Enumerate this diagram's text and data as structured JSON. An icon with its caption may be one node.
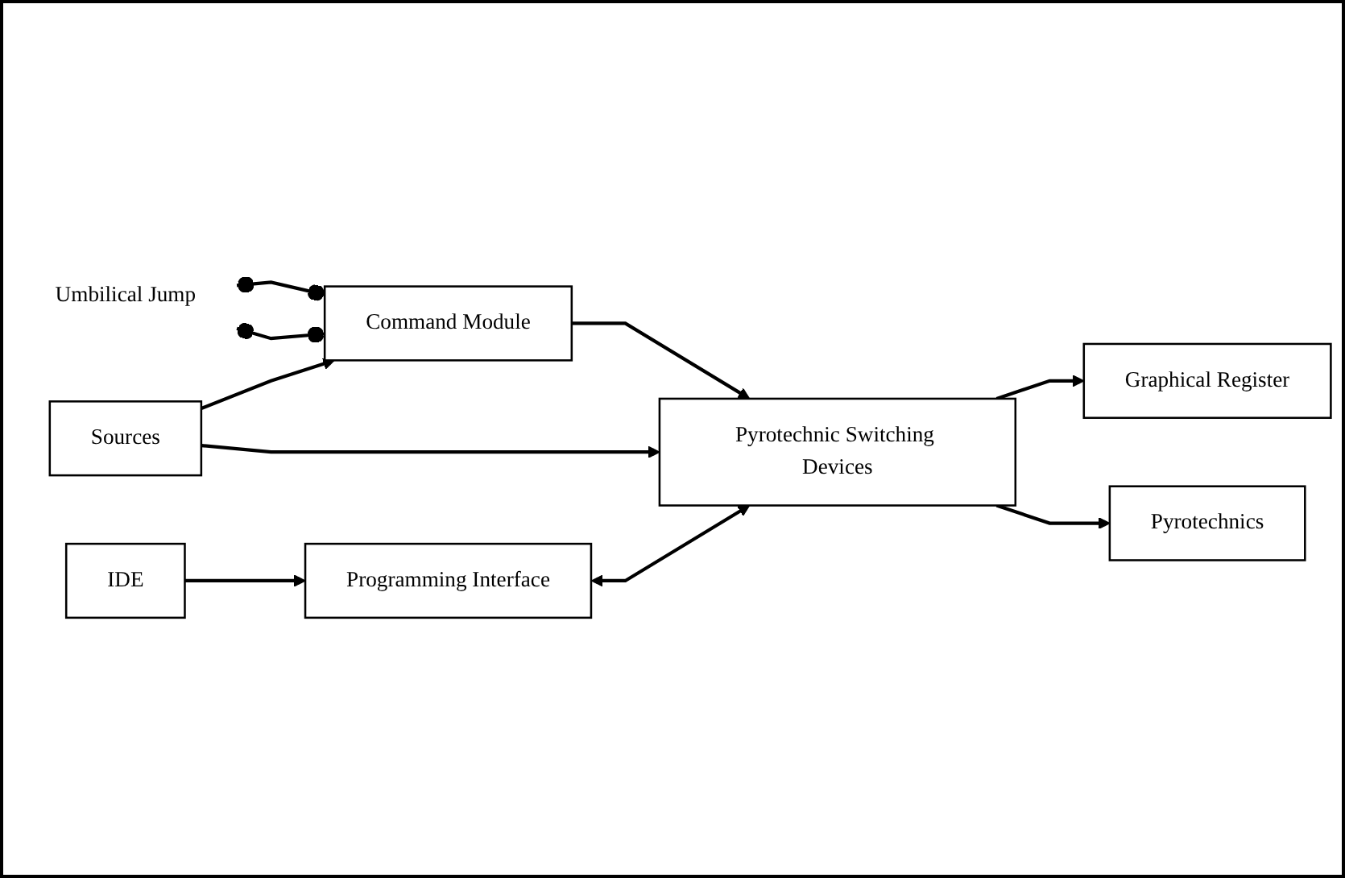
{
  "diagram": {
    "nodes": [
      {
        "text": [
          "Umbilical Jump"
        ]
      },
      {
        "text": [
          "Command Module"
        ]
      },
      {
        "text": [
          "Graphical Register"
        ]
      },
      {
        "text": [
          "Pyrotechnic Switching Devices"
        ]
      },
      {
        "text": [
          "Sources"
        ]
      },
      {
        "text": [
          "Pyrotechnics"
        ]
      },
      {
        "text": [
          "IDE"
        ]
      },
      {
        "text": [
          "Programming Interface"
        ]
      }
    ],
    "edges": [
      {
        "from": 0,
        "to": 1,
        "arrow": "other"
      },
      {
        "from": 0,
        "to": 1,
        "arrow": "other"
      },
      {
        "from": 4,
        "to": 1,
        "arrow": "to"
      },
      {
        "from": 1,
        "to": 3,
        "arrow": "to"
      },
      {
        "from": 4,
        "to": 3,
        "arrow": "to"
      },
      {
        "from": 3,
        "to": 2,
        "arrow": "to"
      },
      {
        "from": 3,
        "to": 5,
        "arrow": "to"
      },
      {
        "from": 6,
        "to": 7,
        "arrow": "to"
      },
      {
        "from": 7,
        "to": 3,
        "arrow": "both"
      }
    ]
  }
}
